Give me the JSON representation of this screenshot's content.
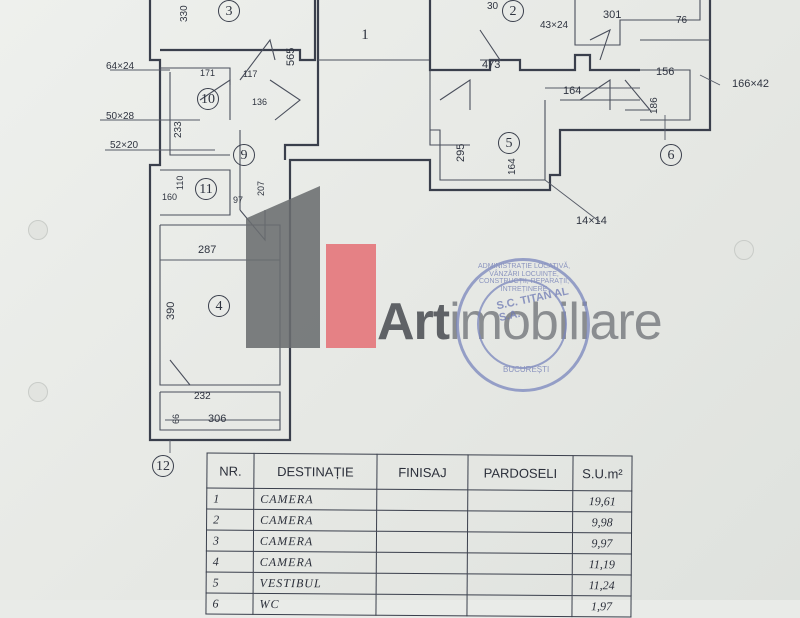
{
  "plan": {
    "rooms": [
      "1",
      "2",
      "3",
      "4",
      "5",
      "6",
      "9",
      "10",
      "11",
      "12"
    ],
    "dimensions": {
      "d565": "565",
      "d473": "473",
      "d43x24": "43×24",
      "d301": "301",
      "d76": "76",
      "d166x42": "166×42",
      "d156": "156",
      "d186": "186",
      "d164a": "164",
      "d295": "295",
      "d164b": "164",
      "d14x14": "14×14",
      "d64x24": "64×24",
      "d171": "171",
      "d117": "117",
      "d233": "233",
      "d136": "136",
      "d50x28": "50×28",
      "d52x20": "52×20",
      "d160": "160",
      "d110": "110",
      "d97": "97",
      "d207": "207",
      "d287": "287",
      "d390": "390",
      "d232": "232",
      "d306": "306",
      "d66": "66",
      "d330": "330",
      "d30": "30"
    }
  },
  "watermark": {
    "brand_bold": "Art",
    "brand_light": "imobiliare"
  },
  "stamp": {
    "name": "S.C. TITAN AL S.A.",
    "city": "BUCUREȘTI",
    "ring_text": "ADMINISTRAȚIE LOCATIVĂ, VÂNZĂRI LOCUINȚE, CONSTRUCȚII, REPARAȚII, ÎNTREȚINERE"
  },
  "table": {
    "headers": [
      "NR.",
      "DESTINAȚIE",
      "FINISAJ",
      "PARDOSELI",
      "S.U.m²"
    ],
    "rows": [
      {
        "nr": "1",
        "dest": "CAMERA",
        "finisaj": "",
        "pardoseli": "",
        "su": "19,61"
      },
      {
        "nr": "2",
        "dest": "CAMERA",
        "finisaj": "",
        "pardoseli": "",
        "su": "9,98"
      },
      {
        "nr": "3",
        "dest": "CAMERA",
        "finisaj": "",
        "pardoseli": "",
        "su": "9,97"
      },
      {
        "nr": "4",
        "dest": "CAMERA",
        "finisaj": "",
        "pardoseli": "",
        "su": "11,19"
      },
      {
        "nr": "5",
        "dest": "VESTIBUL",
        "finisaj": "",
        "pardoseli": "",
        "su": "11,24"
      },
      {
        "nr": "6",
        "dest": "WC",
        "finisaj": "",
        "pardoseli": "",
        "su": "1,97"
      }
    ]
  }
}
